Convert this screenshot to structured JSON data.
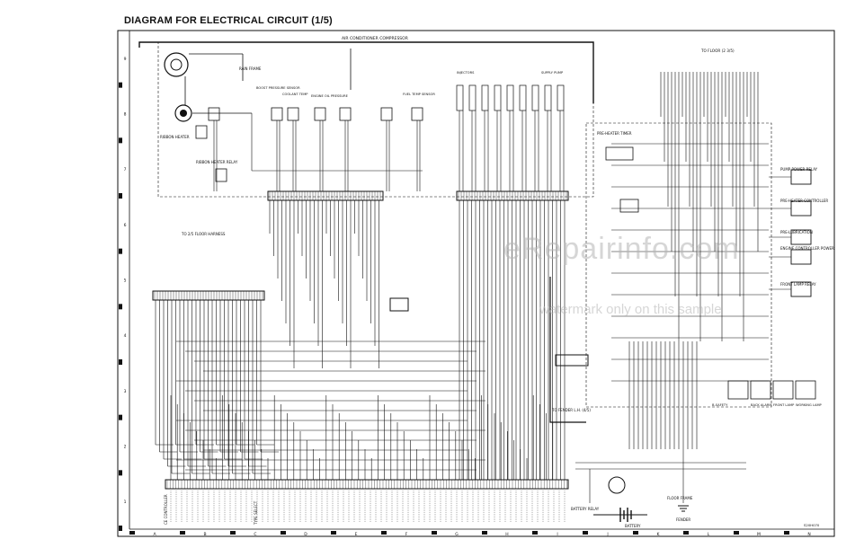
{
  "title": "DIAGRAM FOR ELECTRICAL CIRCUIT (1/5)",
  "watermark": {
    "main": "eRepairinfo.com",
    "sub": "watermark only on this sample"
  },
  "frame": {
    "columns": [
      "A",
      "B",
      "C",
      "D",
      "E",
      "F",
      "G",
      "H",
      "I",
      "J",
      "K",
      "L",
      "M",
      "N"
    ],
    "rows": [
      "9",
      "8",
      "7",
      "6",
      "5",
      "4",
      "3",
      "2",
      "1"
    ],
    "doc_code": "S20H070"
  },
  "labels": {
    "ac_compressor": "AIR CONDITIONER COMPRESSOR",
    "to_floor_top": "TO FLOOR (2 3/5)",
    "to_floor_harness": "TO 2/5 FLOOR HARNESS",
    "to_fender": "TO FENDER L.H. (4/5)",
    "pre_heater_timer": "PRE-HEATER TIMER",
    "battery_relay": "BATTERY RELAY",
    "battery": "BATTERY",
    "floor_frame": "FLOOR FRAME",
    "fender": "FENDER",
    "rain_frame": "RAIN FRAME",
    "ribbon_heater": "RIBBON HEATER",
    "ribbon_heater_relay": "RIBBON HEATER RELAY",
    "boost_pressure": "BOOST PRESSURE SENSOR",
    "coolant_temp": "COOLANT TEMP",
    "engine_oil": "ENGINE OIL PRESSURE",
    "fuel_temp": "FUEL TEMP SENSOR",
    "injectors": "INJECTORS",
    "supply_pump": "SUPPLY PUMP",
    "pump_power_relay": "PUMP POWER RELAY",
    "pre_heater_controller": "PRE-HEATER CONTROLLER",
    "pre_lubrication": "PRE-LUBRICATION",
    "engine_controller_power": "ENGINE CONTROLLER POWER",
    "front_lamp_relay": "FRONT LAMP RELAY",
    "b_safety": "B-SAFETY",
    "back_alarm": "BACK ALARM",
    "front_lamp": "FRONT LAMP",
    "working_lamp": "WORKING LAMP",
    "ce_controller": "CE CONTROLLER",
    "type_select": "TYPE SELECT"
  }
}
